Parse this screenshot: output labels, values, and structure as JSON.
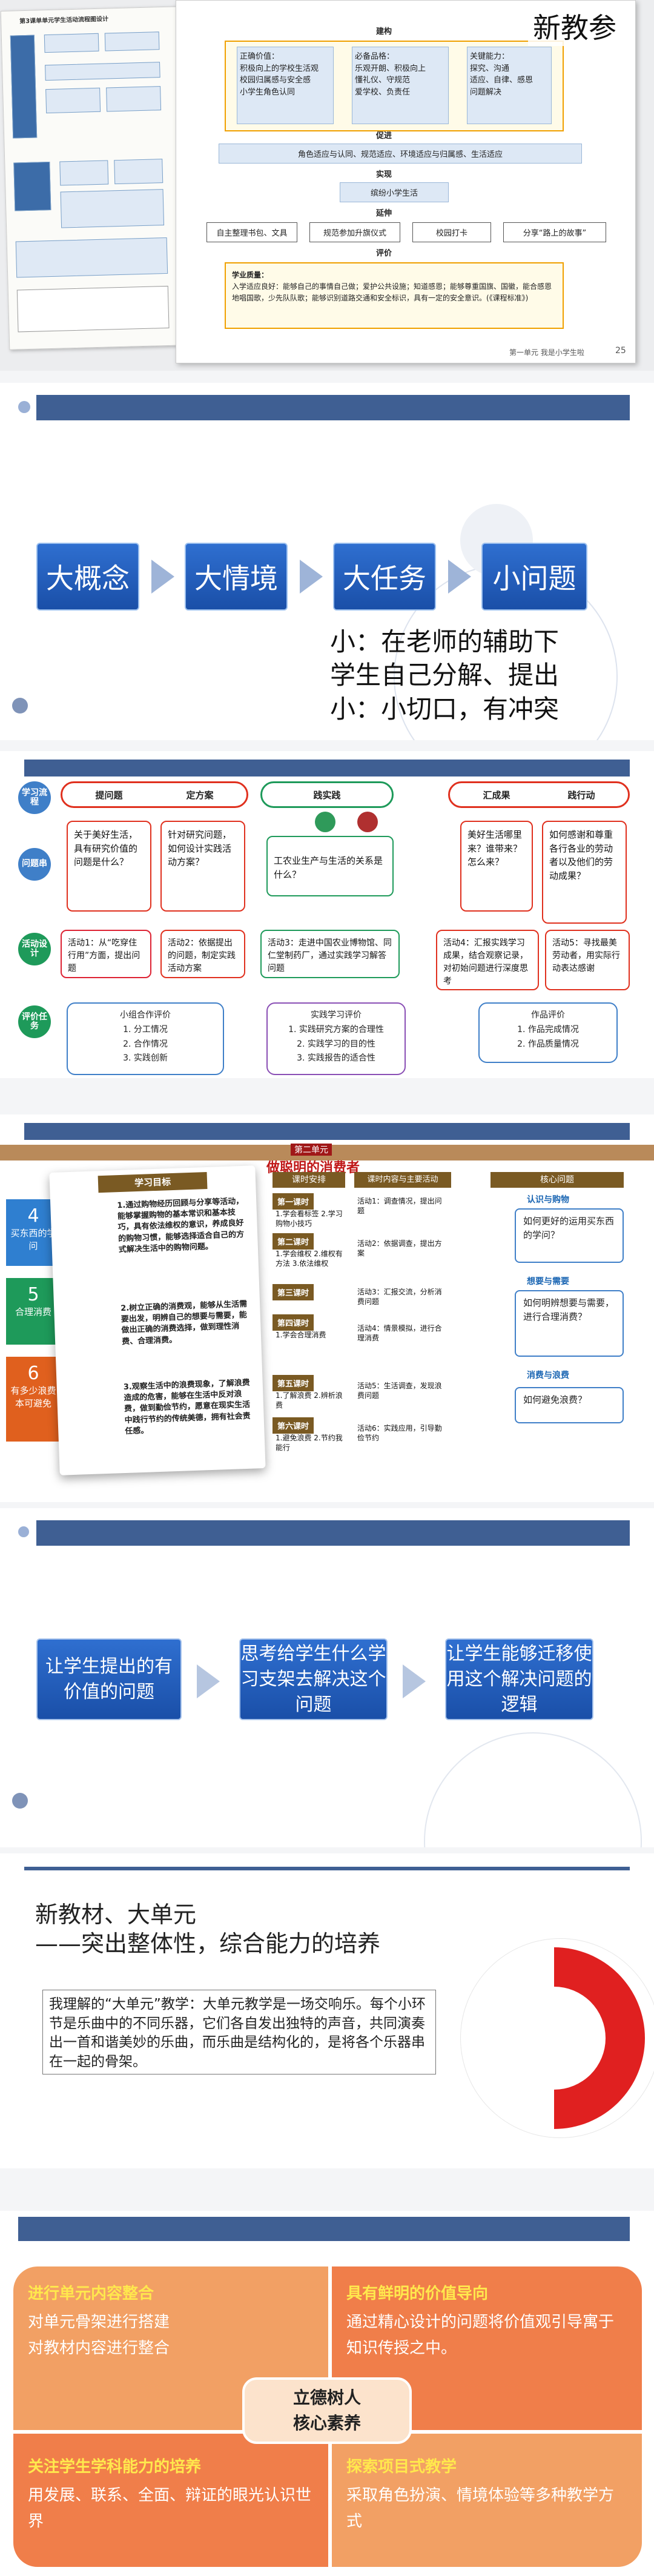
{
  "book": {
    "badge": "新教参",
    "left_page_title": "第3课单单元学生活动流程图设计",
    "sections": [
      "建构",
      "实现",
      "促进",
      "延伸",
      "评价"
    ],
    "box_a_lines": [
      "正确价值：",
      "积极向上的学校生活观",
      "校园归属感与安全感",
      "小学生角色认同"
    ],
    "box_b_lines": [
      "必备品格：",
      "乐观开朗、积极向上",
      "懂礼仪、守规范",
      "爱学校、负责任"
    ],
    "box_c_lines": [
      "关键能力：",
      "探究、沟通",
      "适应、自律、感恩",
      "问题解决"
    ],
    "promote_bar": "角色适应与认同、规范适应、环境适应与归属感、生活适应",
    "practice_bar": "缤纷小学生活",
    "extend_boxes": [
      "自主整理书包、文具",
      "规范参加升旗仪式",
      "校园打卡",
      "分享“路上的故事”"
    ],
    "eval_lines": [
      "学业质量：",
      "入学适应良好：能够自己的事情自己做；爱护公共设施；知道感恩；能够尊重国旗、国徽，能合感恩地唱国歌，少先队队歌；能够识别道路交通和安全标识，具有一定的安全意识。(《课程标准》)"
    ],
    "footer": "第一单元  我是小学生啦",
    "page_num": "25"
  },
  "slide_flow": {
    "boxes": [
      "大概念",
      "大情境",
      "大任务",
      "小问题"
    ],
    "note_lines": [
      "小：在老师的辅助下",
      "学生自己分解、提出",
      "小：小切口，有冲突"
    ]
  },
  "slide_plan": {
    "side_labels": [
      "学习流程",
      "问题串",
      "活动设计",
      "评价任务"
    ],
    "stages": [
      "提问题",
      "定方案",
      "践实践",
      "汇成果",
      "践行动"
    ],
    "q1": "关于美好生活，具有研究价值的问题是什么？",
    "q2": "针对研究问题，如何设计实践活动方案？",
    "q3": "工农业生产与生活的关系是什么？",
    "q4": "美好生活哪里来？谁带来？怎么来？",
    "q5": "如何感谢和尊重各行各业的劳动者以及他们的劳动成果？",
    "a1": "活动1：从“吃穿住行用”方面，提出问题",
    "a2": "活动2：依据提出的问题，制定实践活动方案",
    "a3": "活动3：走进中国农业博物馆、同仁堂制药厂，通过实践学习解答问题",
    "a4": "活动4：汇报实践学习成果，结合观察记录，对初始问题进行深度思考",
    "a5": "活动5：寻找最美劳动者，用实际行动表达感谢",
    "e1_title": "小组合作评价",
    "e1_items": [
      "1. 分工情况",
      "2. 合作情况",
      "3. 实践创新"
    ],
    "e2_title": "实践学习评价",
    "e2_items": [
      "1. 实践研究方案的合理性",
      "2. 实践学习的目的性",
      "3. 实践报告的适合性"
    ],
    "e3_title": "作品评价",
    "e3_items": [
      "1. 作品完成情况",
      "2. 作品质量情况"
    ]
  },
  "slide_unit": {
    "unit_label": "第二单元",
    "unit_title": "做聪明的消费者",
    "goal_header": "学习目标",
    "arrange_header": "课时安排",
    "content_header": "课时内容与主要活动",
    "core_header": "核心问题",
    "tiles": [
      "买东西的学问",
      "合理消费",
      "有多少浪费本可避免"
    ],
    "tile_nums": [
      "4",
      "5",
      "6"
    ],
    "goals": [
      "1.通过购物经历回顾与分享等活动，能够掌握购物的基本常识和基本技巧，具有依法维权的意识，养成良好的购物习惯，能够选择适合自己的方式解决生活中的购物问题。",
      "2.树立正确的消费观，能够从生活需要出发，明辨自己的想要与需要，能做出正确的消费选择，做到理性消费、合理消费。",
      "3.观察生活中的浪费现象，了解浪费造成的危害，能够在生活中反对浪费，做到勤俭节约，愿意在现实生活中践行节约的传统美德，拥有社会责任感。"
    ],
    "lessons": [
      "第一课时",
      "第二课时",
      "第三课时",
      "第四课时",
      "第五课时",
      "第六课时"
    ],
    "lesson_notes": [
      "1.学会看标签 2.学习购物小技巧",
      "1.学会维权 2.维权有方法 3.依法维权",
      "",
      "1.学会合理消费",
      "1.了解浪费 2.辨析浪费",
      "1.避免浪费 2.节约我能行"
    ],
    "acts": [
      "活动1：调查情况，提出问题",
      "活动2：依据调查，提出方案",
      "活动3：汇报交流，分析消费问题",
      "活动4：情景模拟，进行合理消费",
      "活动5：生活调查，发现浪费问题",
      "活动6：实践应用，引导勤俭节约"
    ],
    "core_titles": [
      "认识与购物",
      "想要与需要",
      "消费与浪费"
    ],
    "core_qs": [
      "如何更好的运用买东西的学问？",
      "如何明辨想要与需要，进行合理消费？",
      "如何避免浪费？"
    ]
  },
  "slide_student": {
    "boxes": [
      "让学生提出的有价值的问题",
      "思考给学生什么学习支架去解决这个问题",
      "让学生能够迁移使用这个解决问题的逻辑"
    ]
  },
  "slide_newtext": {
    "title": "新教材、大单元",
    "subtitle": "——突出整体性，综合能力的培养",
    "quote": "我理解的“大单元”教学：大单元教学是一场交响乐。每个小环节是乐曲中的不同乐器，它们各自发出独特的声音，共同演奏出一首和谐美妙的乐曲，而乐曲是结构化的，是将各个乐器串在一起的骨架。"
  },
  "slide_quad": {
    "tl_title": "进行单元内容整合",
    "tl_body": [
      "对单元骨架进行搭建",
      "对教材内容进行整合"
    ],
    "tr_title": "具有鲜明的价值导向",
    "tr_body": [
      "通过精心设计的问题将价值观引导寓于知识传授之中。"
    ],
    "bl_title": "关注学生学科能力的培养",
    "bl_body": [
      "用发展、联系、全面、辩证的眼光认识世界"
    ],
    "br_title": "探索项目式教学",
    "br_body": [
      "采取角色扮演、情境体验等多种教学方式"
    ],
    "center_lines": [
      "立德树人",
      "核心素养"
    ]
  },
  "colors": {
    "navy": "#3f5f93",
    "blue": "#1f5ab5",
    "orange": "#f0a050",
    "red": "#e0301e",
    "green": "#1e9a5a",
    "purple": "#8a4fb5"
  }
}
